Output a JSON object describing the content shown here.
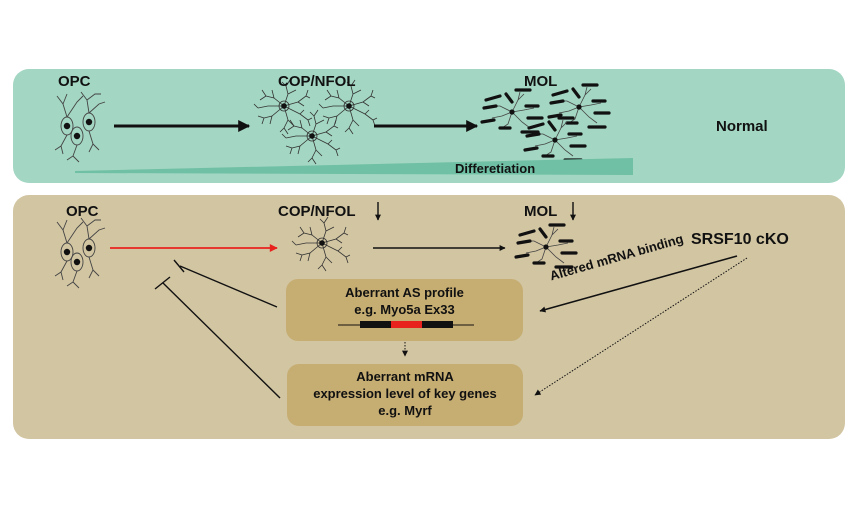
{
  "normal": {
    "stages": [
      "OPC",
      "COP/NFOL",
      "MOL"
    ],
    "condition_label": "Normal",
    "gradient_label": "Differetiation",
    "colors": {
      "panel": "#a3d6c3",
      "gradient": "#6fc0a4"
    }
  },
  "cko": {
    "stages": [
      "OPC",
      "COP/NFOL",
      "MOL"
    ],
    "decrease_markers": [
      "COP/NFOL",
      "MOL"
    ],
    "condition_label": "SRSF10 cKO",
    "binding_label": "Altered mRNA binding",
    "box_as": {
      "line1": "Aberrant AS profile",
      "line2": "e.g.  Myo5a Ex33"
    },
    "box_mrna": {
      "line1": "Aberrant mRNA",
      "line2": "expression level of key genes",
      "line3": "e.g.  Myrf"
    },
    "colors": {
      "panel": "#d2c5a2",
      "box": "#c6ad72",
      "blocked_arrow": "#e8231e",
      "exon": "#e8231e"
    }
  }
}
